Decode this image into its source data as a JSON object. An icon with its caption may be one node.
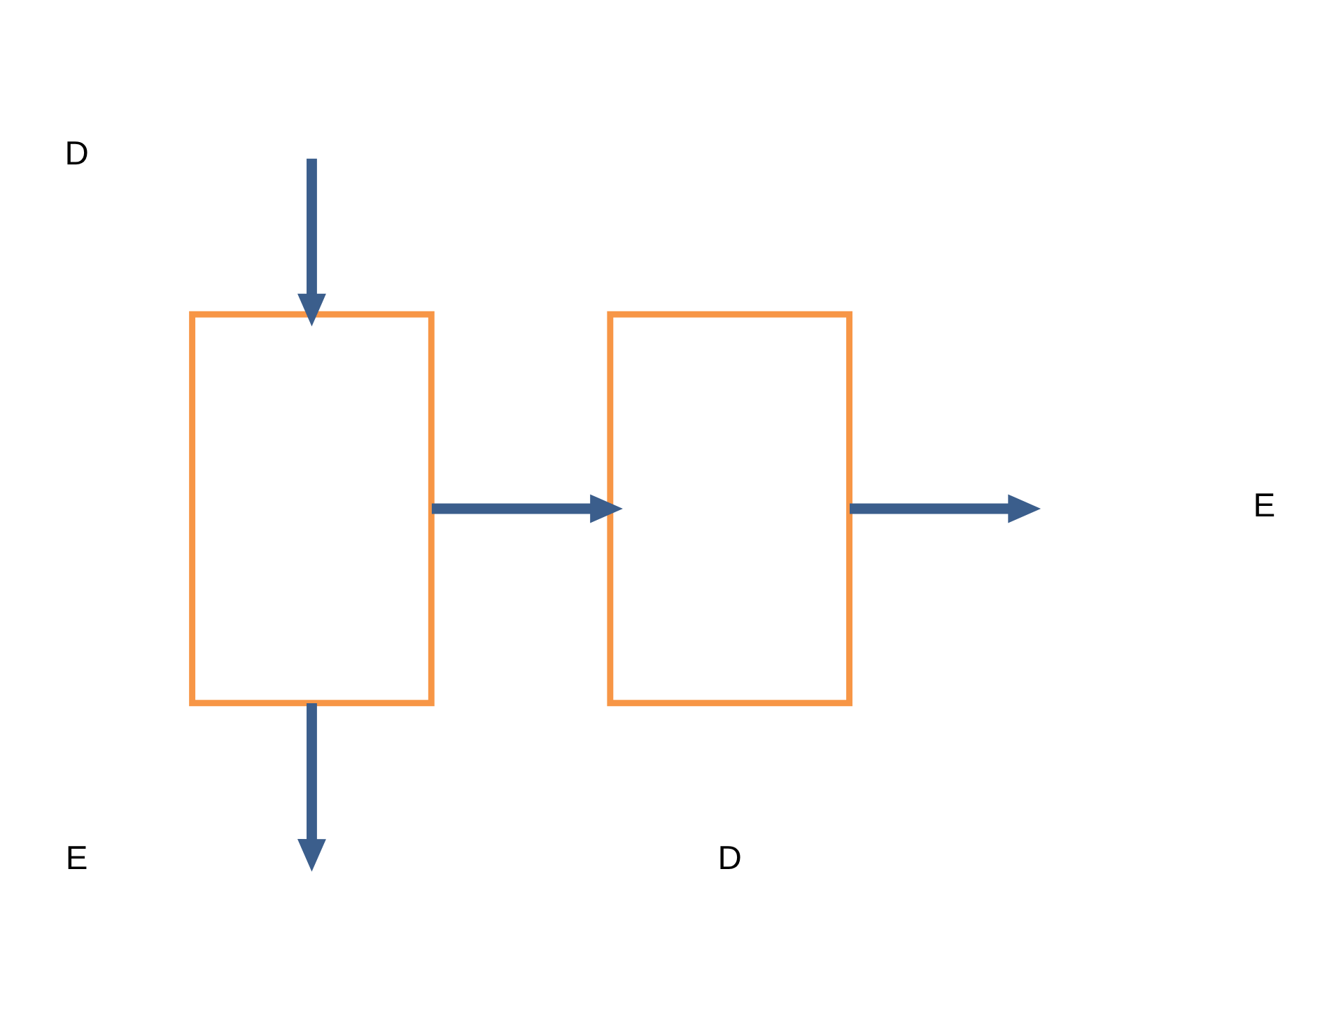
{
  "diagram": {
    "nodes": [
      {
        "text": [],
        "shape": "box"
      },
      {
        "text": [],
        "shape": "box"
      }
    ],
    "edges": [
      {
        "from": 0,
        "to": null,
        "arrow": "to"
      },
      {
        "from": 0,
        "to": 1,
        "arrow": "to"
      },
      {
        "from": 1,
        "to": null,
        "arrow": "to"
      },
      {
        "from": null,
        "to": 0,
        "arrow": "to"
      }
    ],
    "labels": [
      "D",
      "D",
      "E",
      "E"
    ]
  }
}
